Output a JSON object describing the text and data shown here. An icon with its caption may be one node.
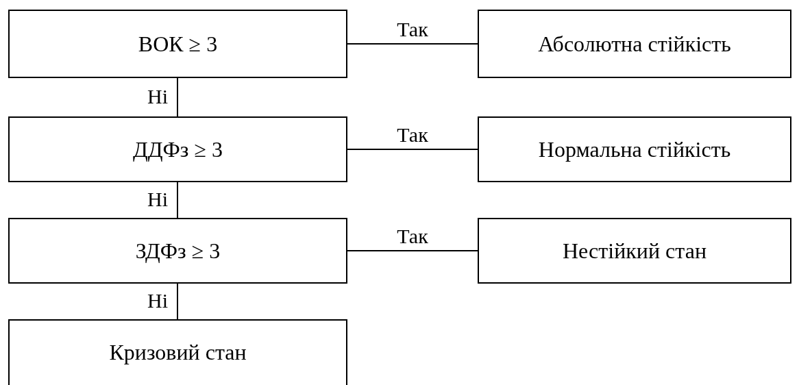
{
  "diagram": {
    "nodes": [
      {
        "text": [
          "ВОК ≥ 3"
        ]
      },
      {
        "text": [
          "Абсолютна стійкість"
        ]
      },
      {
        "text": [
          "ДДФз ≥ 3"
        ]
      },
      {
        "text": [
          "Нормальна стійкість"
        ]
      },
      {
        "text": [
          "ЗДФз ≥ 3"
        ]
      },
      {
        "text": [
          "Нестійкий стан"
        ]
      },
      {
        "text": [
          "Кризовий стан"
        ]
      }
    ],
    "edges": [
      {
        "from": 0,
        "to": 1,
        "arrow": "none",
        "label": "Так"
      },
      {
        "from": 0,
        "to": 2,
        "arrow": "none",
        "label": "Ні"
      },
      {
        "from": 2,
        "to": 3,
        "arrow": "none",
        "label": "Так"
      },
      {
        "from": 2,
        "to": 4,
        "arrow": "none",
        "label": "Ні"
      },
      {
        "from": 4,
        "to": 5,
        "arrow": "none",
        "label": "Так"
      },
      {
        "from": 4,
        "to": 6,
        "arrow": "none",
        "label": "Ні"
      }
    ]
  }
}
